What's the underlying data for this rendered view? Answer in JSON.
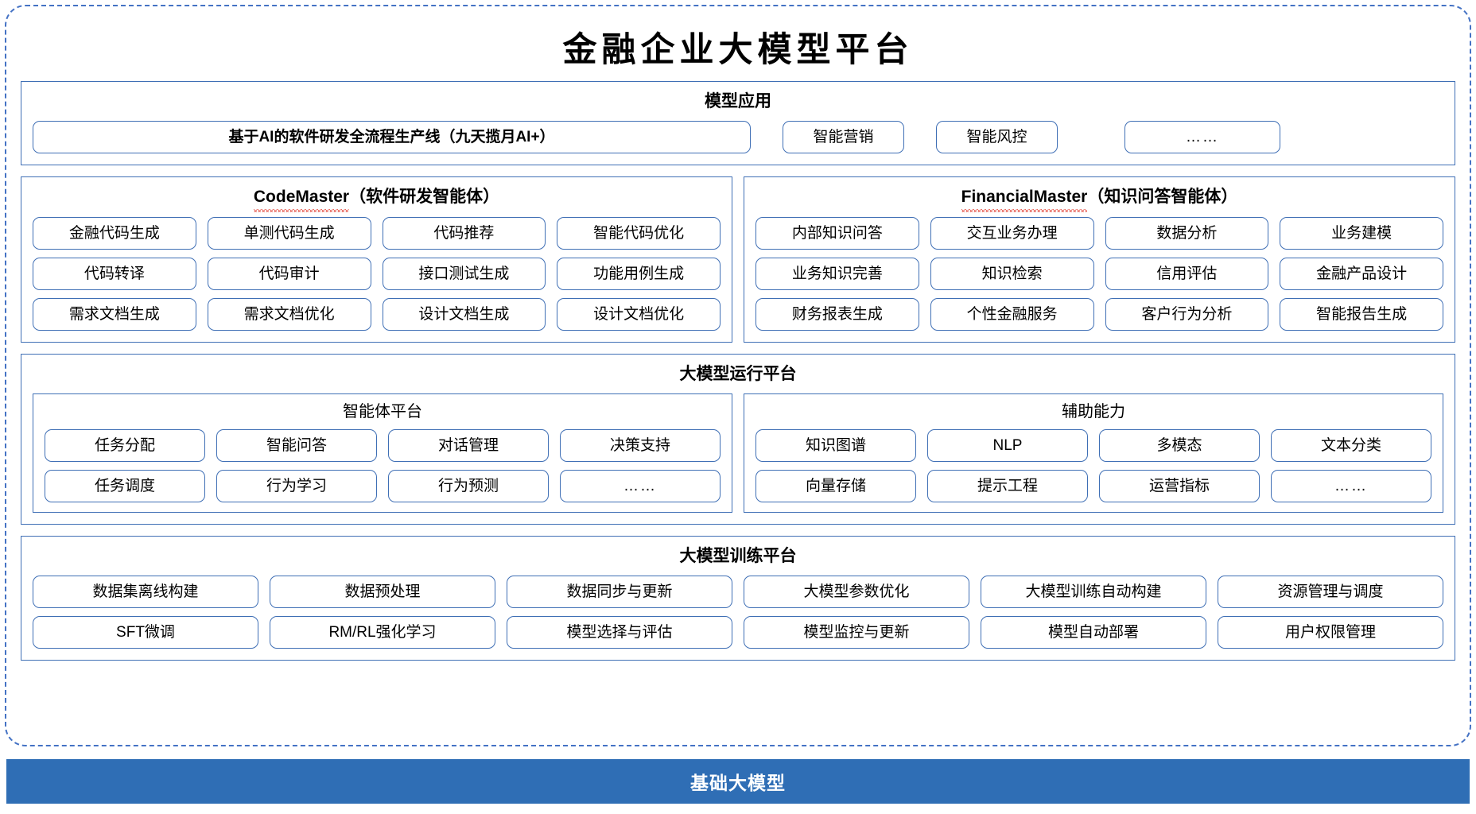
{
  "title": "金融企业大模型平台",
  "colors": {
    "accent_blue": "#3f6fb5",
    "frame_dashed": "#4472c4",
    "banner_bg": "#2f6eb5",
    "banner_text": "#ffffff",
    "spellcheck_underline": "#e03b2f"
  },
  "sections": {
    "model_application": {
      "title": "模型应用",
      "primary_item": "基于AI的软件研发全流程生产线（九天揽月AI+）",
      "items": [
        "智能营销",
        "智能风控"
      ],
      "more": "……"
    },
    "code_master": {
      "title_latin": "CodeMaster",
      "title_cn": "（软件研发智能体）",
      "rows": [
        [
          "金融代码生成",
          "单测代码生成",
          "代码推荐",
          "智能代码优化"
        ],
        [
          "代码转译",
          "代码审计",
          "接口测试生成",
          "功能用例生成"
        ],
        [
          "需求文档生成",
          "需求文档优化",
          "设计文档生成",
          "设计文档优化"
        ]
      ]
    },
    "financial_master": {
      "title_latin": "FinancialMaster",
      "title_cn": "（知识问答智能体）",
      "rows": [
        [
          "内部知识问答",
          "交互业务办理",
          "数据分析",
          "业务建模"
        ],
        [
          "业务知识完善",
          "知识检索",
          "信用评估",
          "金融产品设计"
        ],
        [
          "财务报表生成",
          "个性金融服务",
          "客户行为分析",
          "智能报告生成"
        ]
      ]
    },
    "runtime_platform": {
      "title": "大模型运行平台",
      "panels": [
        {
          "title": "智能体平台",
          "rows": [
            [
              "任务分配",
              "智能问答",
              "对话管理",
              "决策支持"
            ],
            [
              "任务调度",
              "行为学习",
              "行为预测",
              "……"
            ]
          ]
        },
        {
          "title": "辅助能力",
          "rows": [
            [
              "知识图谱",
              "NLP",
              "多模态",
              "文本分类"
            ],
            [
              "向量存储",
              "提示工程",
              "运营指标",
              "……"
            ]
          ]
        }
      ]
    },
    "training_platform": {
      "title": "大模型训练平台",
      "rows": [
        [
          "数据集离线构建",
          "数据预处理",
          "数据同步与更新",
          "大模型参数优化",
          "大模型训练自动构建",
          "资源管理与调度"
        ],
        [
          "SFT微调",
          "RM/RL强化学习",
          "模型选择与评估",
          "模型监控与更新",
          "模型自动部署",
          "用户权限管理"
        ]
      ]
    },
    "base_model": {
      "label": "基础大模型"
    }
  }
}
